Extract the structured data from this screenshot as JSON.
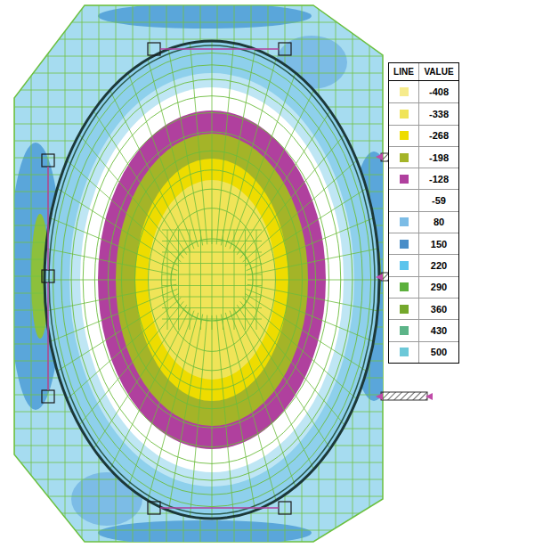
{
  "diagram": {
    "labels": [
      "LINE",
      "VALUE"
    ],
    "legend": [
      {
        "text": "-408",
        "color": "#f6eb8c"
      },
      {
        "text": "-338",
        "color": "#f0e458"
      },
      {
        "text": "-268",
        "color": "#eedc00"
      },
      {
        "text": "-198",
        "color": "#a4b428"
      },
      {
        "text": "-128",
        "color": "#b0409e"
      },
      {
        "text": "-59",
        "color": "#ffffff"
      },
      {
        "text": "80",
        "color": "#7cbce6"
      },
      {
        "text": "150",
        "color": "#4a8ec8"
      },
      {
        "text": "220",
        "color": "#5cc4ec"
      },
      {
        "text": "290",
        "color": "#5cb03c"
      },
      {
        "text": "360",
        "color": "#74a82c"
      },
      {
        "text": "430",
        "color": "#5cb488"
      },
      {
        "text": "500",
        "color": "#6cc8d8"
      }
    ]
  }
}
